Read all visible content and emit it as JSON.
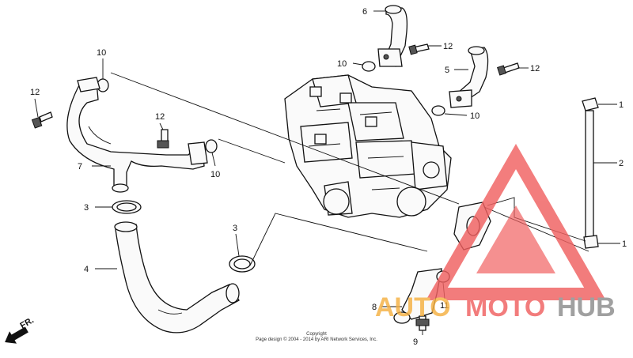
{
  "callouts": [
    {
      "key": "c6",
      "label": "6"
    },
    {
      "key": "c12a",
      "label": "12"
    },
    {
      "key": "c10a",
      "label": "10"
    },
    {
      "key": "c5",
      "label": "5"
    },
    {
      "key": "c12b",
      "label": "12"
    },
    {
      "key": "c10b",
      "label": "10"
    },
    {
      "key": "c10c",
      "label": "10"
    },
    {
      "key": "c12c",
      "label": "12"
    },
    {
      "key": "c12d",
      "label": "12"
    },
    {
      "key": "c7",
      "label": "7"
    },
    {
      "key": "c10d",
      "label": "10"
    },
    {
      "key": "c3a",
      "label": "3"
    },
    {
      "key": "c4",
      "label": "4"
    },
    {
      "key": "c3b",
      "label": "3"
    },
    {
      "key": "c1a",
      "label": "1"
    },
    {
      "key": "c2",
      "label": "2"
    },
    {
      "key": "c1b",
      "label": "1"
    },
    {
      "key": "c8",
      "label": "8"
    },
    {
      "key": "c11",
      "label": "11"
    },
    {
      "key": "c9",
      "label": "9"
    }
  ],
  "direction_label": "FR.",
  "copyright": {
    "line1": "Copyright",
    "line2": "Page design © 2004 - 2014 by ARI Network Services, Inc."
  },
  "watermark": {
    "part1": "AUTO",
    "part2": "MOTO",
    "part3": "HUB",
    "colors": {
      "red": "#f06060",
      "orange": "#f5b041",
      "gray": "#8c8c8c"
    }
  }
}
